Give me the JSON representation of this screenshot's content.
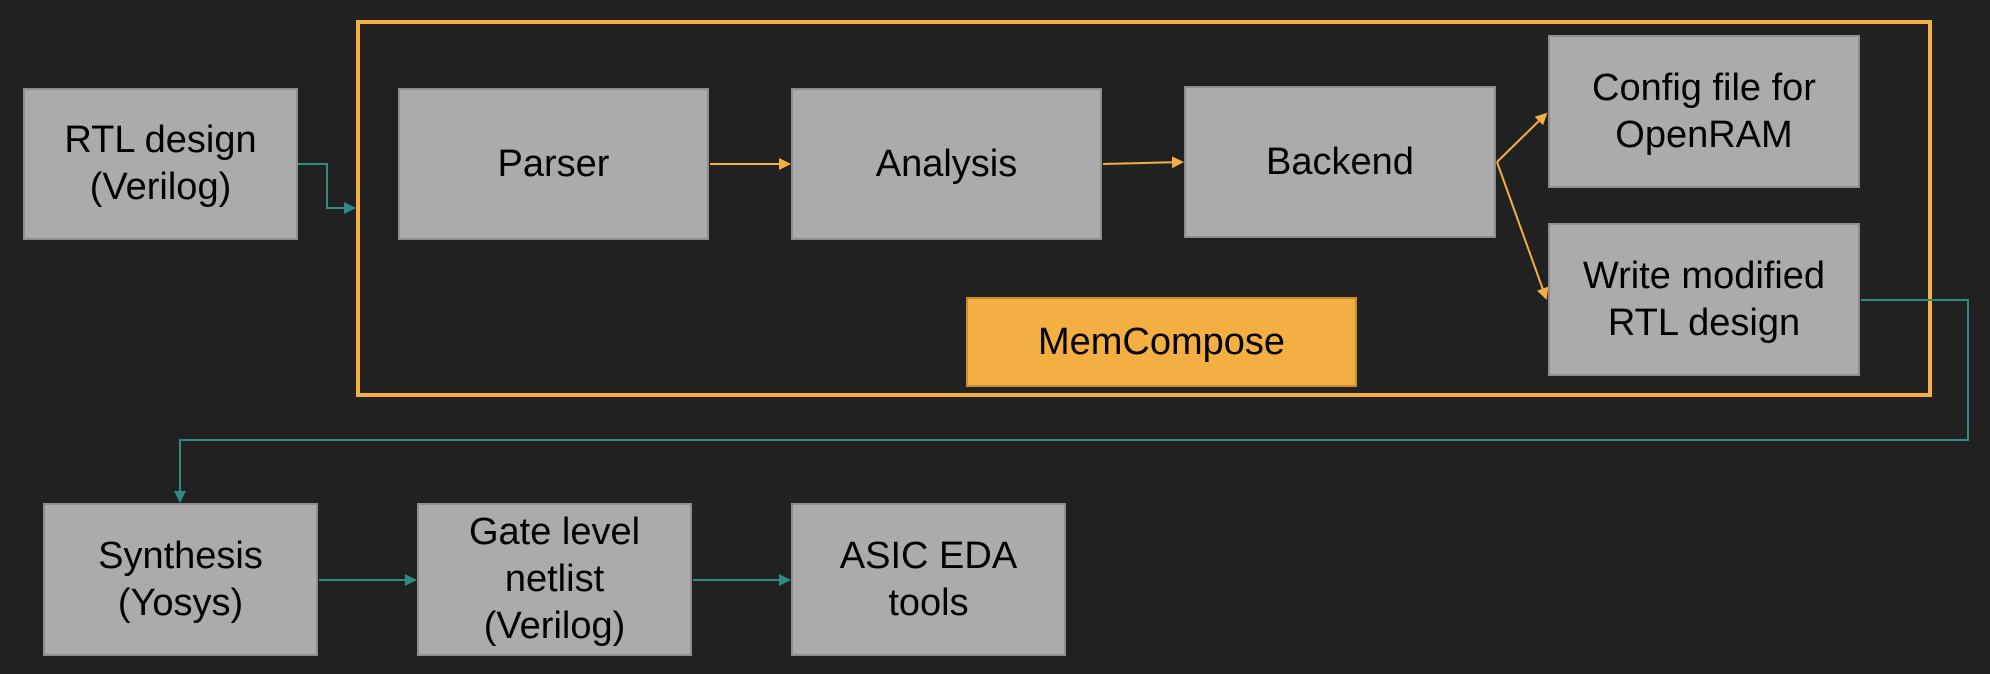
{
  "colors": {
    "background": "#212121",
    "box_fill": "#ababab",
    "accent": "#f3af42",
    "connector_teal": "#2e8b7f",
    "connector_orange": "#f3af42"
  },
  "memcompose": {
    "label": "MemCompose",
    "parser": "Parser",
    "analysis": "Analysis",
    "backend": "Backend",
    "config_file": "Config file for\nOpenRAM",
    "write_modified": "Write modified\nRTL design"
  },
  "input": {
    "rtl_design": "RTL design\n(Verilog)"
  },
  "downstream": {
    "synthesis": "Synthesis\n(Yosys)",
    "gate_netlist": "Gate level\nnetlist\n(Verilog)",
    "asic_tools": "ASIC EDA\ntools"
  }
}
